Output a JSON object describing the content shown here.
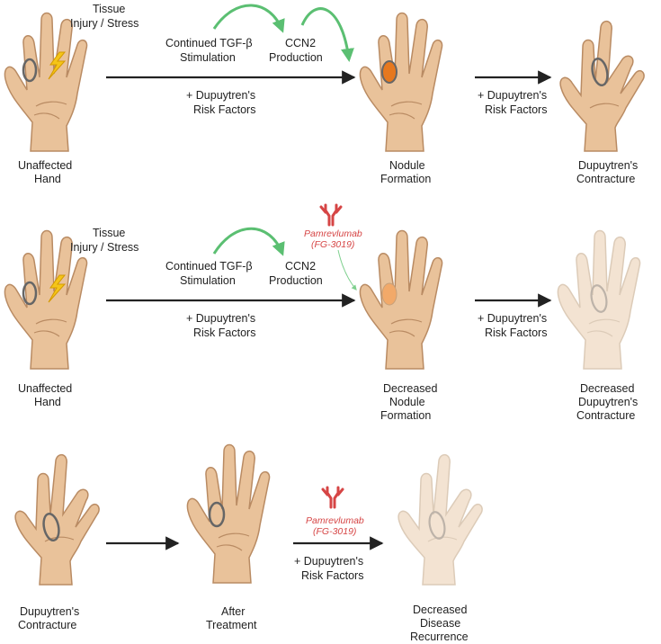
{
  "colors": {
    "skin": "#e9c29a",
    "skin_line": "#b98b63",
    "skin_faded": "#f3e3d2",
    "skin_line_faded": "#dccbb8",
    "arrow": "#222222",
    "green_arrow": "#5bbf72",
    "nodule": "#e6781e",
    "nodule_faded": "#f2a969",
    "lightning": "#f5c518",
    "drug_red": "#d64545",
    "ring": "#666666"
  },
  "row1": {
    "tissue": "Tissue",
    "injury": "Injury / Stress",
    "tgf_1": "Continued TGF-β",
    "tgf_2": "Stimulation",
    "ccn2_1": "CCN2",
    "ccn2_2": "Production",
    "risk_a_1": "+ Dupuytren's",
    "risk_a_2": "Risk Factors",
    "risk_b_1": "+ Dupuytren's",
    "risk_b_2": "Risk Factors",
    "hand1_1": "Unaffected",
    "hand1_2": "Hand",
    "hand2_1": "Nodule",
    "hand2_2": "Formation",
    "hand3_1": "Dupuytren's",
    "hand3_2": "Contracture"
  },
  "row2": {
    "tissue": "Tissue",
    "injury": "Injury / Stress",
    "tgf_1": "Continued TGF-β",
    "tgf_2": "Stimulation",
    "ccn2_1": "CCN2",
    "ccn2_2": "Production",
    "drug_1": "Pamrevlumab",
    "drug_2": "(FG-3019)",
    "risk_a_1": "+ Dupuytren's",
    "risk_a_2": "Risk Factors",
    "risk_b_1": "+ Dupuytren's",
    "risk_b_2": "Risk Factors",
    "hand1_1": "Unaffected",
    "hand1_2": "Hand",
    "hand2_1": "Decreased",
    "hand2_2": "Nodule",
    "hand2_3": "Formation",
    "hand3_1": "Decreased",
    "hand3_2": "Dupuytren's",
    "hand3_3": "Contracture"
  },
  "row3": {
    "drug_1": "Pamrevlumab",
    "drug_2": "(FG-3019)",
    "risk_1": "+ Dupuytren's",
    "risk_2": "Risk Factors",
    "hand1_1": "Dupuytren's",
    "hand1_2": "Contracture",
    "hand2_1": "After",
    "hand2_2": "Treatment",
    "hand3_1": "Decreased",
    "hand3_2": "Disease",
    "hand3_3": "Recurrence"
  }
}
